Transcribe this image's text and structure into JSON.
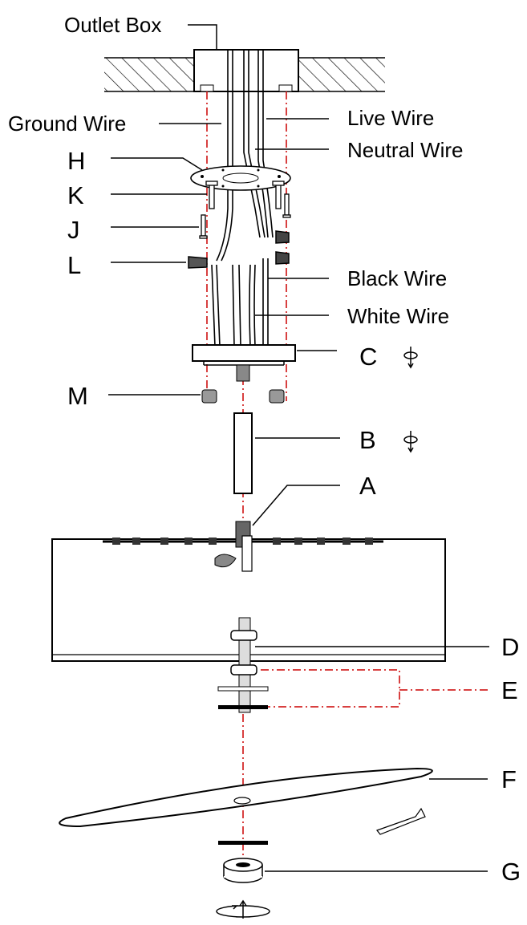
{
  "labels": {
    "outlet_box": "Outlet Box",
    "ground_wire": "Ground Wire",
    "live_wire": "Live Wire",
    "neutral_wire": "Neutral Wire",
    "black_wire": "Black Wire",
    "white_wire": "White Wire",
    "h": "H",
    "k": "K",
    "j": "J",
    "l": "L",
    "c": "C",
    "m": "M",
    "b": "B",
    "a": "A",
    "d": "D",
    "e": "E",
    "f": "F",
    "g": "G"
  },
  "colors": {
    "line": "#000000",
    "center_line": "#cc0000",
    "background": "#ffffff"
  },
  "icons": [
    "rotate-icon",
    "rotate-icon",
    "rotate-icon"
  ]
}
